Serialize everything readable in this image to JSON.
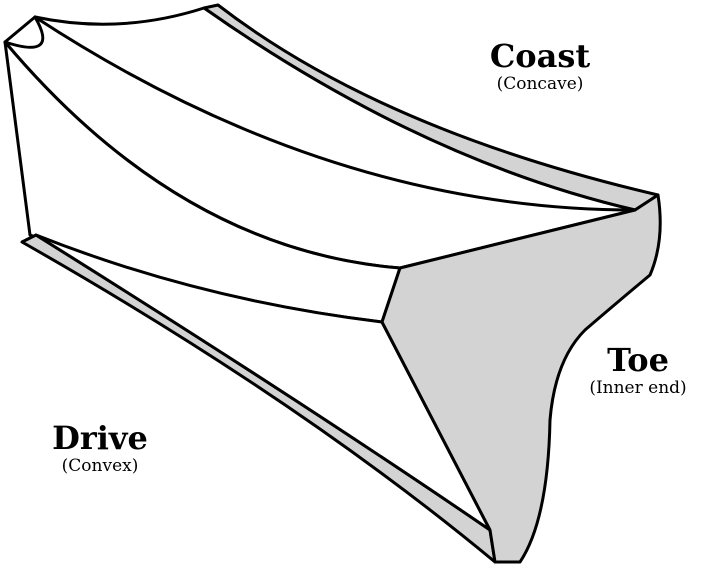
{
  "diagram": {
    "fill_color": "#d3d3d3",
    "line_color": "#000000",
    "background": "#ffffff",
    "labels": {
      "coast": {
        "title": "Coast",
        "subtitle": "(Concave)"
      },
      "toe": {
        "title": "Toe",
        "subtitle": "(Inner end)"
      },
      "drive": {
        "title": "Drive",
        "subtitle": "(Convex)"
      }
    }
  }
}
